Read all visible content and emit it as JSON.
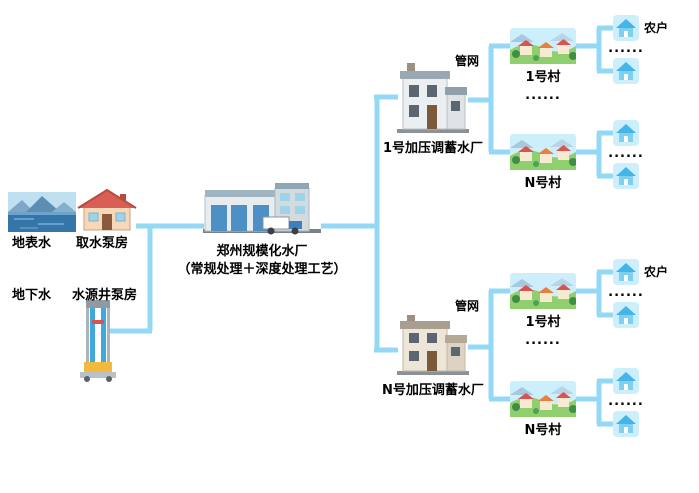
{
  "sources": {
    "surface_label": "地表水",
    "surface_facility": "取水泵房",
    "ground_label": "地下水",
    "ground_facility": "水源井泵房"
  },
  "central_plant": {
    "name": "郑州规模化水厂",
    "note": "（常规处理＋深度处理工艺）"
  },
  "branches": [
    {
      "plant_label": "1号加压调蓄水厂",
      "network_label": "管网",
      "village_dots": "......",
      "villages": [
        {
          "name": "1号村",
          "farm_label": "农户",
          "farm_dots": "......"
        },
        {
          "name": "N号村",
          "farm_dots": "......"
        }
      ]
    },
    {
      "plant_label": "N号加压调蓄水厂",
      "network_label": "管网",
      "village_dots": "......",
      "villages": [
        {
          "name": "1号村",
          "farm_label": "农户",
          "farm_dots": "......"
        },
        {
          "name": "N号村",
          "farm_dots": "......"
        }
      ]
    }
  ],
  "colors": {
    "pipe": "#93d9f5"
  }
}
